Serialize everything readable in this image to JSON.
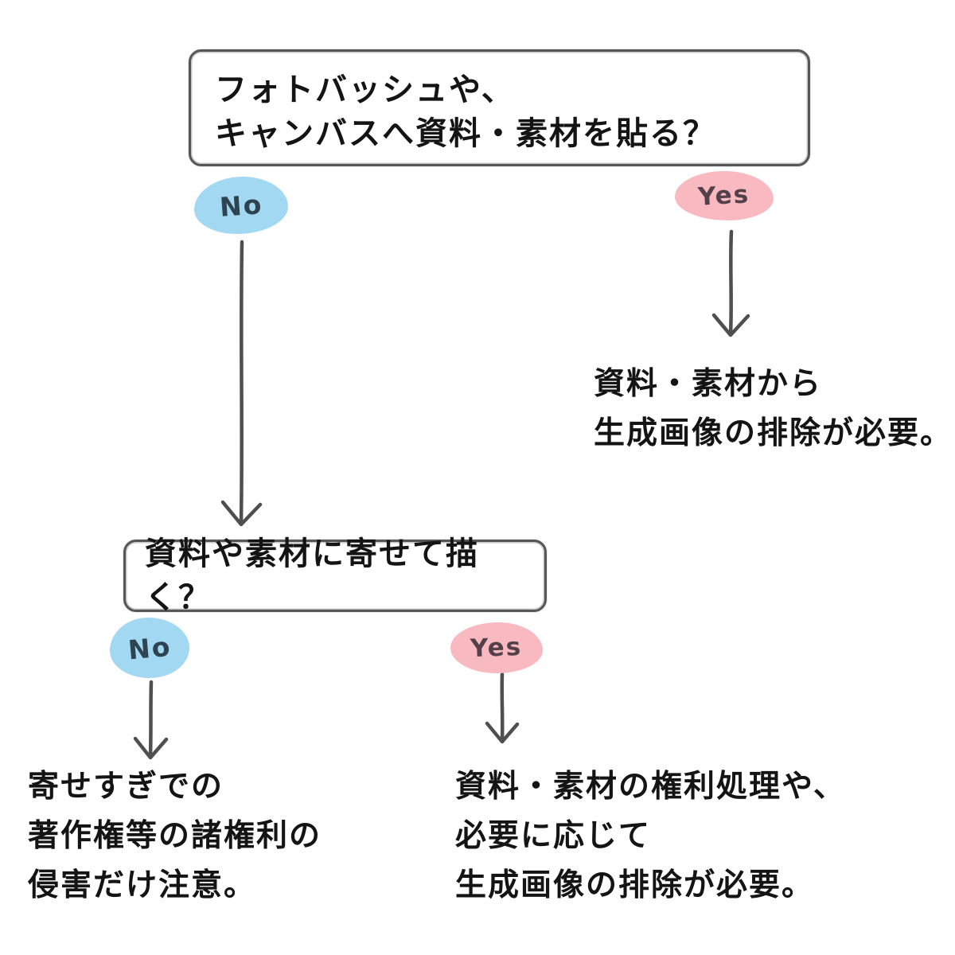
{
  "diagram": {
    "question1": {
      "line1": "フォトバッシュや、",
      "line2": "キャンバスへ資料・素材を貼る？"
    },
    "branch1": {
      "no_label": "No",
      "yes_label": "Yes"
    },
    "result_yes1": {
      "line1": "資料・素材から",
      "line2": "生成画像の排除が必要。"
    },
    "question2": {
      "line1": "資料や素材に寄せて描く？"
    },
    "branch2": {
      "no_label": "No",
      "yes_label": "Yes"
    },
    "result_no2": {
      "line1": "寄せすぎでの",
      "line2": "著作権等の諸権利の",
      "line3": "侵害だけ注意。"
    },
    "result_yes2": {
      "line1": "資料・素材の権利処理や、",
      "line2": "必要に応じて",
      "line3": "生成画像の排除が必要。"
    },
    "colors": {
      "background": "#ffffff",
      "box_border": "#565656",
      "text": "#141414",
      "no_bubble": "#a3d8f3",
      "no_text": "#2e4450",
      "yes_bubble": "#f8bac0",
      "yes_text": "#54404a",
      "arrow": "#4f4f4f"
    }
  }
}
